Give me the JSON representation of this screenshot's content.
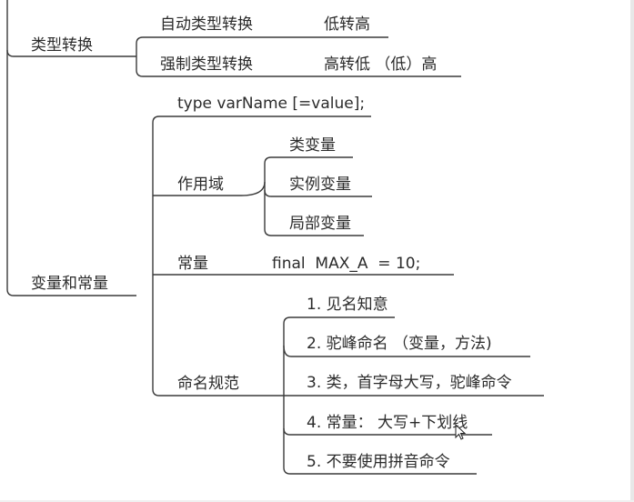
{
  "mindmap": {
    "type_conversion": {
      "label": "类型转换",
      "auto": {
        "label": "自动类型转换",
        "detail": "低转高"
      },
      "forced": {
        "label": "强制类型转换",
        "detail": "高转低 （低）高"
      }
    },
    "variables_constants": {
      "label": "变量和常量",
      "declaration": "type varName [=value];",
      "scope": {
        "label": "作用域",
        "items": [
          "类变量",
          "实例变量",
          "局部变量"
        ]
      },
      "constant": {
        "label": "常量",
        "example": "final  MAX_A  = 10;"
      },
      "naming": {
        "label": "命名规范",
        "rules": [
          "1. 见名知意",
          "2. 驼峰命名 （变量，方法)",
          "3. 类，首字母大写，驼峰命令",
          "4. 常量： 大写+下划线",
          "5. 不要使用拼音命令"
        ]
      }
    }
  }
}
